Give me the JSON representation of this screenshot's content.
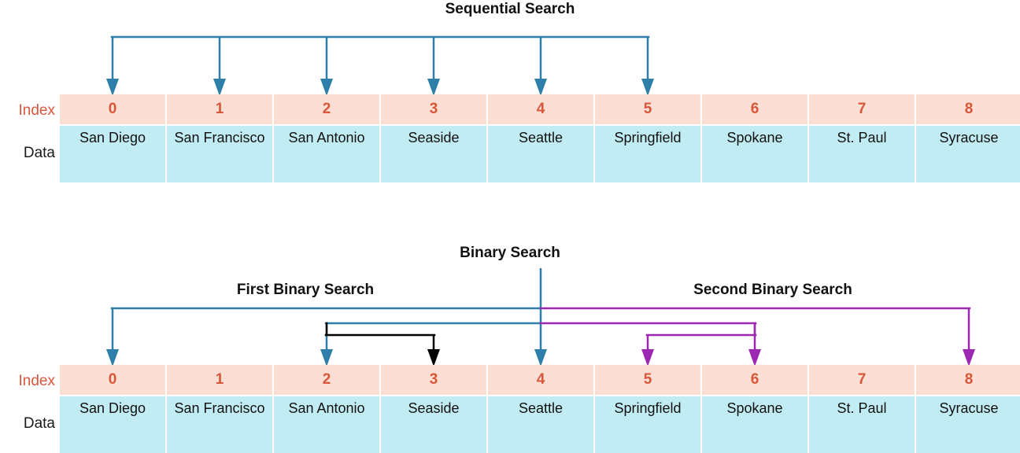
{
  "titles": {
    "sequential": "Sequential Search",
    "binary": "Binary Search",
    "first_binary": "First Binary Search",
    "second_binary": "Second Binary Search"
  },
  "row_labels": {
    "index": "Index",
    "data": "Data"
  },
  "colors": {
    "index_cell_bg": "#fbdfd4",
    "index_text": "#d9563a",
    "data_cell_bg": "#c1ecf3",
    "data_text": "#111111",
    "teal": "#2e7fa8",
    "purple": "#9c27b0",
    "black": "#000000",
    "title": "#111111"
  },
  "array": {
    "indices": [
      "0",
      "1",
      "2",
      "3",
      "4",
      "5",
      "6",
      "7",
      "8"
    ],
    "values": [
      "San Diego",
      "San Francisco",
      "San Antonio",
      "Seaside",
      "Seattle",
      "Springfield",
      "Spokane",
      "St. Paul",
      "Syracuse"
    ]
  },
  "sequential_search": {
    "visited_indices": [
      0,
      1,
      2,
      3,
      4,
      5
    ],
    "arrow_color": "#2e7fa8",
    "description": "Probes every element from index 0 through index 5 in order."
  },
  "binary_search": {
    "root_probe_index": 4,
    "root_color": "#2e7fa8",
    "first_binary": {
      "color": "#2e7fa8",
      "probes": [
        0,
        2
      ],
      "secondary_color": "#000000",
      "secondary_probes": [
        3
      ]
    },
    "second_binary": {
      "color": "#9c27b0",
      "probes": [
        8,
        6
      ],
      "secondary_probes": [
        5
      ]
    }
  }
}
